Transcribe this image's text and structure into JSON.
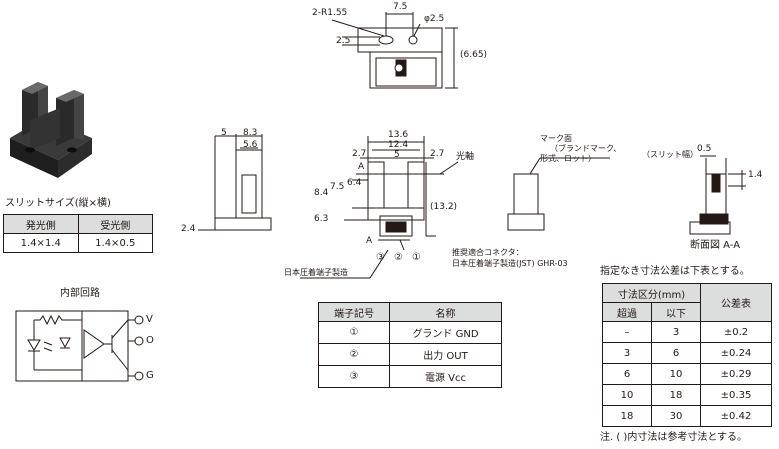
{
  "slit_section": {
    "title": "スリットサイズ(縦×横)",
    "headers": [
      "発光側",
      "受光側"
    ],
    "values": [
      "1.4×1.4",
      "1.4×0.5"
    ]
  },
  "circuit_section": {
    "title": "内部回路",
    "terminals": [
      "V",
      "O",
      "G"
    ]
  },
  "top_view": {
    "dims": [
      "2-R1.55",
      "7.5",
      "φ2.5",
      "2.5",
      "(6.65)"
    ]
  },
  "side_view": {
    "dims": [
      "5",
      "8.3",
      "5.6",
      "2.4"
    ]
  },
  "front_view": {
    "dims": [
      "13.6",
      "12.4",
      "2.7",
      "5",
      "2.7",
      "8.4",
      "7.5",
      "6.4",
      "6.3",
      "(13.2)",
      "A",
      "A"
    ],
    "labels": [
      "光軸"
    ],
    "pins": [
      "③",
      "②",
      "①"
    ],
    "maker_note": "日本圧着端子製造",
    "connector_note_1": "推奨適合コネクタ：",
    "connector_note_2": "日本圧着端子製造(JST)  GHR-03"
  },
  "right_view": {
    "mark_label_1": "マーク面",
    "mark_label_2": "（ブランドマーク、",
    "mark_label_3": "形式、ロット）"
  },
  "section_view": {
    "dims": [
      "0.5",
      "1.4"
    ],
    "slit_label": "（スリット幅）",
    "caption": "断面図 A-A"
  },
  "terminal_table": {
    "headers": [
      "端子記号",
      "名称"
    ],
    "rows": [
      {
        "symbol": "①",
        "name": "グランド GND"
      },
      {
        "symbol": "②",
        "name": "出力 OUT"
      },
      {
        "symbol": "③",
        "name": "電源 Vcc"
      }
    ]
  },
  "tolerance": {
    "intro": "指定なき寸法公差は下表とする。",
    "header_range": "寸法区分(mm)",
    "header_over": "超過",
    "header_under": "以下",
    "header_tol": "公差表",
    "rows": [
      {
        "over": "–",
        "under": "3",
        "tol": "±0.2"
      },
      {
        "over": "3",
        "under": "6",
        "tol": "±0.24"
      },
      {
        "over": "6",
        "under": "10",
        "tol": "±0.29"
      },
      {
        "over": "10",
        "under": "18",
        "tol": "±0.35"
      },
      {
        "over": "18",
        "under": "30",
        "tol": "±0.42"
      }
    ],
    "note": "注. (   )内寸法は参考寸法とする。"
  }
}
